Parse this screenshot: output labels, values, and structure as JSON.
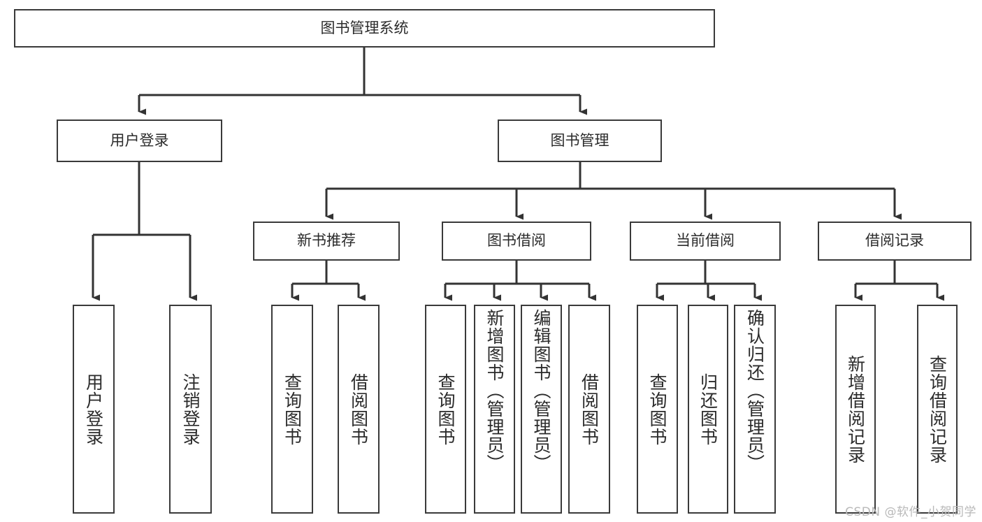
{
  "diagram": {
    "type": "tree",
    "title": "图书管理系统",
    "orientation": "top-down",
    "root": {
      "id": "root",
      "label": "图书管理系统"
    },
    "level2": [
      {
        "id": "user-login",
        "label": "用户登录"
      },
      {
        "id": "book-management",
        "label": "图书管理"
      }
    ],
    "level3": [
      {
        "id": "new-book-recommend",
        "label": "新书推荐",
        "parent": "book-management"
      },
      {
        "id": "book-borrow",
        "label": "图书借阅",
        "parent": "book-management"
      },
      {
        "id": "current-borrow",
        "label": "当前借阅",
        "parent": "book-management"
      },
      {
        "id": "borrow-record",
        "label": "借阅记录",
        "parent": "book-management"
      }
    ],
    "leaves": [
      {
        "id": "leaf-user-login",
        "label": "用户登录",
        "parent": "user-login"
      },
      {
        "id": "leaf-logout-login",
        "label": "注销登录",
        "parent": "user-login"
      },
      {
        "id": "leaf-query-book-1",
        "label": "查询图书",
        "parent": "new-book-recommend"
      },
      {
        "id": "leaf-borrow-book-1",
        "label": "借阅图书",
        "parent": "new-book-recommend"
      },
      {
        "id": "leaf-query-book-2",
        "label": "查询图书",
        "parent": "book-borrow"
      },
      {
        "id": "leaf-add-book",
        "label": "新增图书（管理员）",
        "parent": "book-borrow"
      },
      {
        "id": "leaf-edit-book",
        "label": "编辑图书（管理员）",
        "parent": "book-borrow"
      },
      {
        "id": "leaf-borrow-book-2",
        "label": "借阅图书",
        "parent": "book-borrow"
      },
      {
        "id": "leaf-query-book-3",
        "label": "查询图书",
        "parent": "current-borrow"
      },
      {
        "id": "leaf-return-book",
        "label": "归还图书",
        "parent": "current-borrow"
      },
      {
        "id": "leaf-confirm-return",
        "label": "确认归还（管理员）",
        "parent": "current-borrow"
      },
      {
        "id": "leaf-add-record",
        "label": "新增借阅记录",
        "parent": "borrow-record"
      },
      {
        "id": "leaf-query-record",
        "label": "查询借阅记录",
        "parent": "borrow-record"
      }
    ],
    "colors": {
      "box_border": "#3a3a3a",
      "box_fill": "#ffffff",
      "text": "#2b2b2b",
      "edge": "#333333",
      "watermark": "#b9b9b9",
      "background": "#ffffff"
    }
  },
  "watermark": {
    "text": "CSDN @软件_小贺同学"
  }
}
